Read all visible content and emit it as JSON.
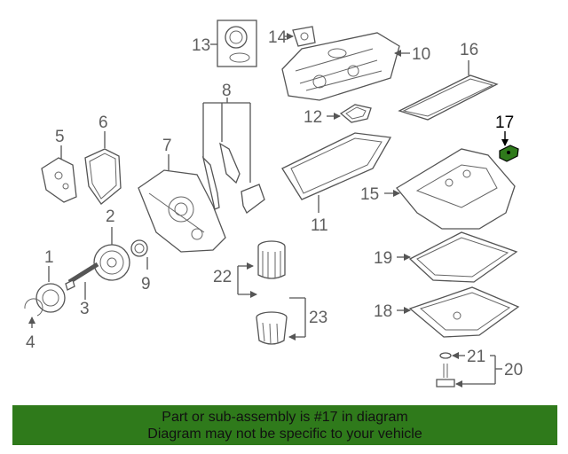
{
  "diagram": {
    "highlight_color": "#2f7a1b",
    "callouts": {
      "c1": "1",
      "c2": "2",
      "c3": "3",
      "c4": "4",
      "c5": "5",
      "c6": "6",
      "c7": "7",
      "c8": "8",
      "c9": "9",
      "c10": "10",
      "c11": "11",
      "c12": "12",
      "c13": "13",
      "c14": "14",
      "c15": "15",
      "c16": "16",
      "c17": "17",
      "c18": "18",
      "c19": "19",
      "c20": "20",
      "c21": "21",
      "c22": "22",
      "c23": "23"
    },
    "highlighted_callout": "17"
  },
  "footer": {
    "line1": "Part or sub-assembly is #17 in diagram",
    "line2": "Diagram may not be specific to your vehicle"
  }
}
